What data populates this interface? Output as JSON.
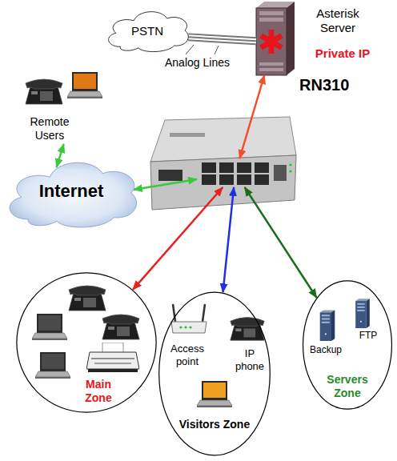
{
  "diagram": {
    "nodes": [
      {
        "text": [
          "PSTN"
        ]
      },
      {
        "text": [
          "Asterisk Server",
          "Private IP"
        ]
      },
      {
        "text": [
          "Remote Users"
        ]
      },
      {
        "text": [
          "RN310"
        ]
      },
      {
        "text": [
          "Internet"
        ]
      },
      {
        "text": [
          "Main Zone"
        ]
      },
      {
        "text": [
          "Access point",
          "IP phone",
          "Visitors Zone"
        ]
      },
      {
        "text": [
          "Backup",
          "FTP",
          "Servers Zone"
        ]
      }
    ],
    "edges": [
      {
        "from": 0,
        "to": 1,
        "arrow": "none"
      },
      {
        "from": 1,
        "to": 3,
        "arrow": "both"
      },
      {
        "from": 2,
        "to": 4,
        "arrow": "both"
      },
      {
        "from": 4,
        "to": 3,
        "arrow": "both"
      },
      {
        "from": 3,
        "to": 5,
        "arrow": "both"
      },
      {
        "from": 3,
        "to": 6,
        "arrow": "both"
      },
      {
        "from": 3,
        "to": 7,
        "arrow": "both"
      }
    ],
    "labels": [
      "Analog Lines"
    ]
  }
}
